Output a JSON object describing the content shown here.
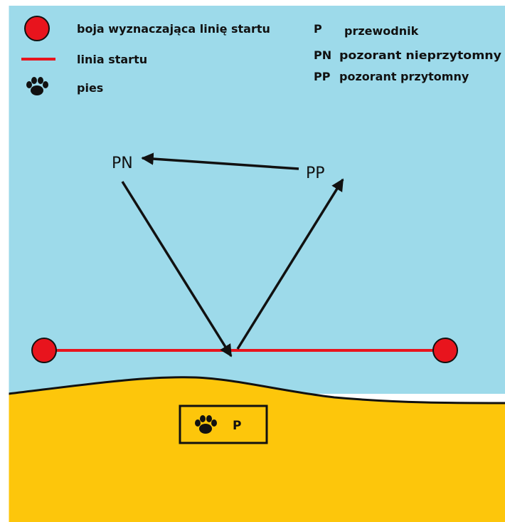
{
  "colors": {
    "water": "#9ddaea",
    "sand": "#fdc60b",
    "buoy": "#e8141d",
    "start_line": "#e8141d",
    "ink": "#111111"
  },
  "legend": {
    "buoy_label": "boja wyznaczająca linię startu",
    "start_line_label": "linia startu",
    "dog_label": "pies",
    "p_abbr": "P",
    "p_label": "przewodnik",
    "pn_abbr": "PN",
    "pn_label": "pozorant nieprzytomny",
    "pp_abbr": "PP",
    "pp_label": "pozorant przytomny"
  },
  "diagram": {
    "pn_label": "PN",
    "pp_label": "PP",
    "handler_label": "P",
    "dog_icon": "paw-icon",
    "buoy_icon": "buoy-icon"
  }
}
